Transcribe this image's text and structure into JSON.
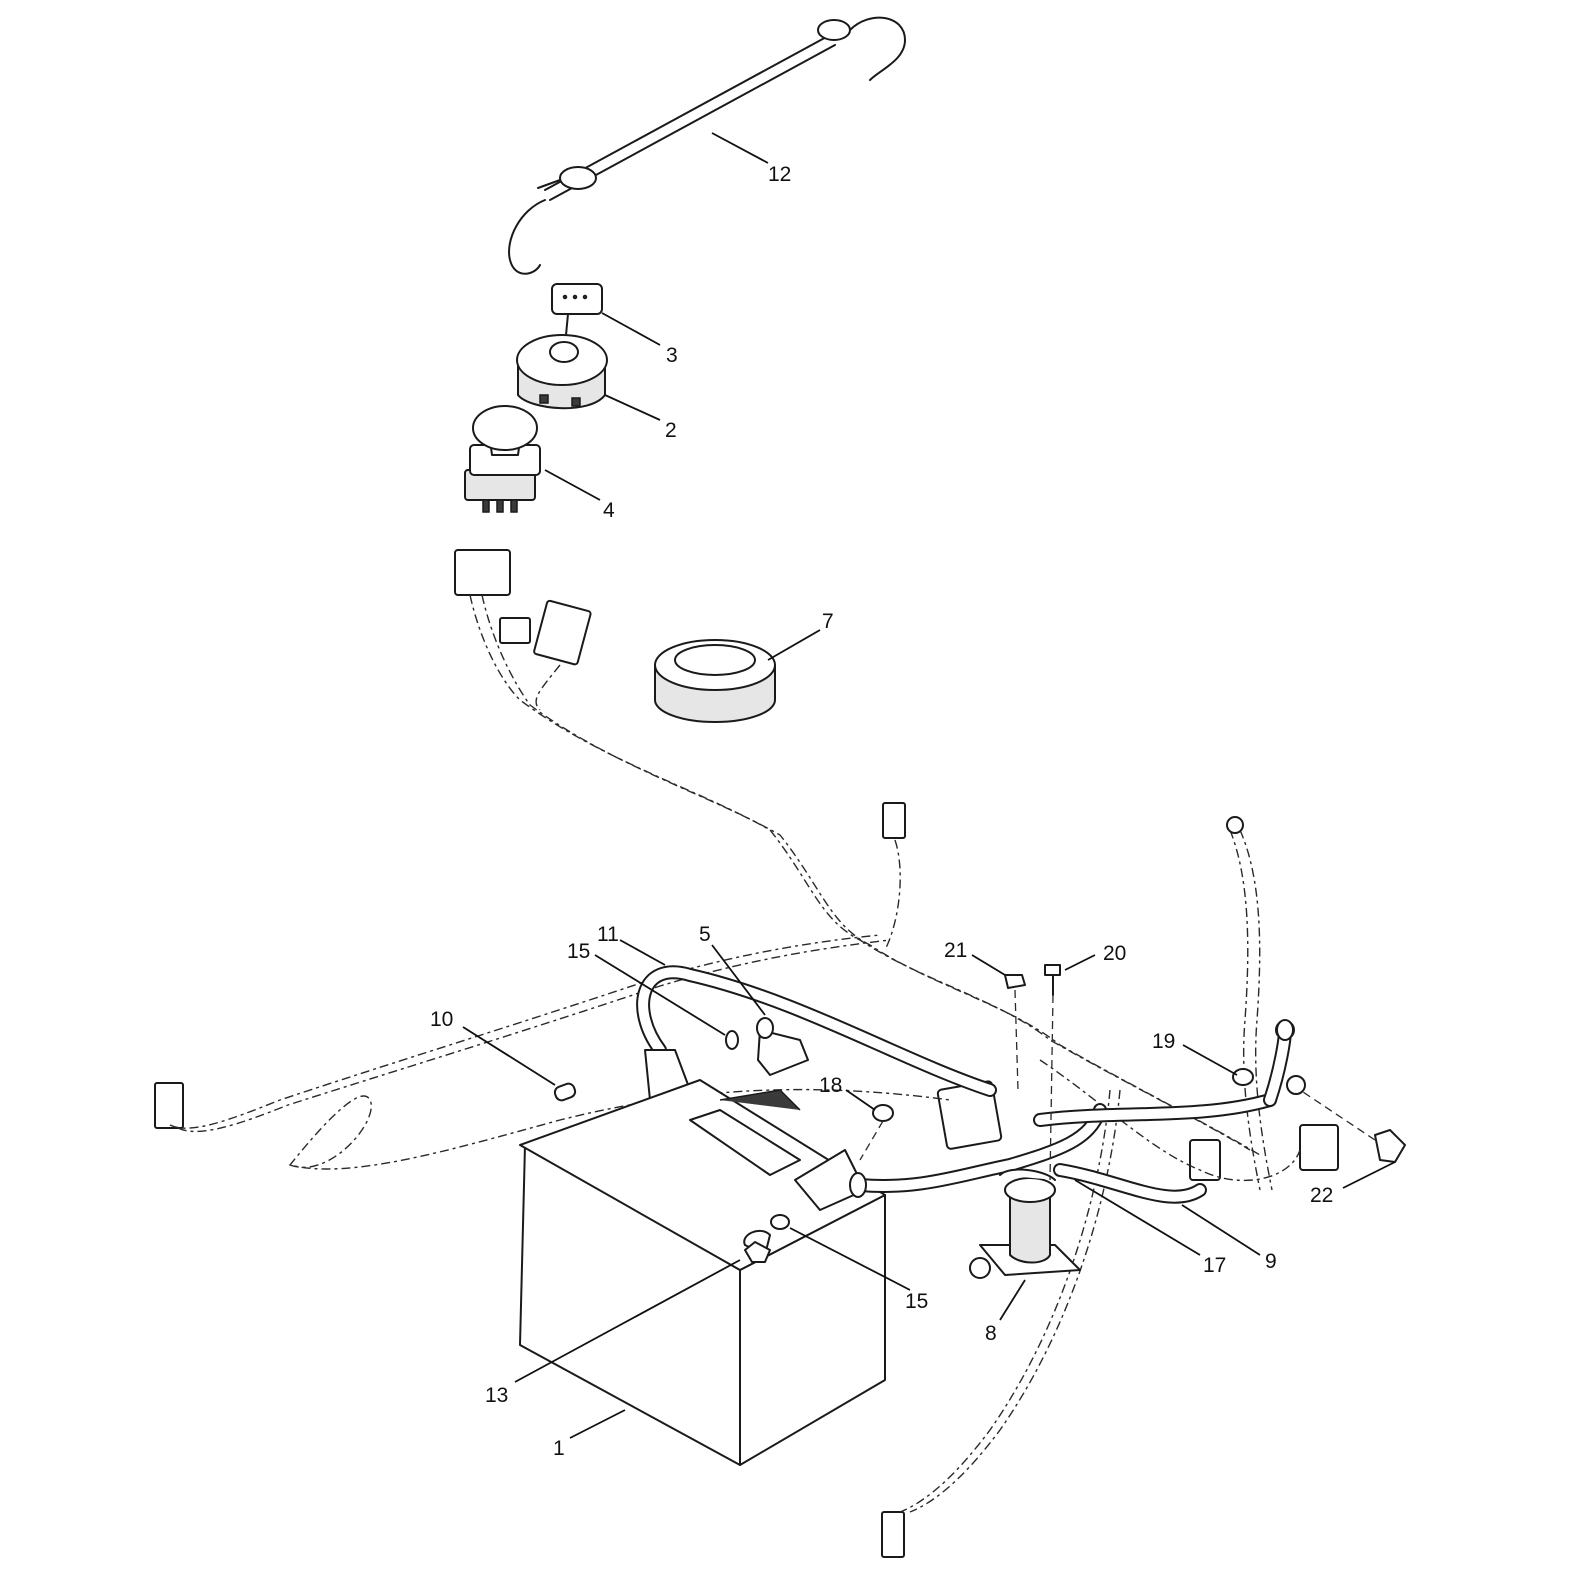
{
  "callouts": [
    {
      "id": "c12",
      "label": "12"
    },
    {
      "id": "c3",
      "label": "3"
    },
    {
      "id": "c2",
      "label": "2"
    },
    {
      "id": "c4",
      "label": "4"
    },
    {
      "id": "c7",
      "label": "7"
    },
    {
      "id": "c11",
      "label": "11"
    },
    {
      "id": "c5",
      "label": "5"
    },
    {
      "id": "c15a",
      "label": "15"
    },
    {
      "id": "c10",
      "label": "10"
    },
    {
      "id": "c21",
      "label": "21"
    },
    {
      "id": "c20",
      "label": "20"
    },
    {
      "id": "c19",
      "label": "19"
    },
    {
      "id": "c18",
      "label": "18"
    },
    {
      "id": "c22",
      "label": "22"
    },
    {
      "id": "c17",
      "label": "17"
    },
    {
      "id": "c9",
      "label": "9"
    },
    {
      "id": "c15b",
      "label": "15"
    },
    {
      "id": "c8",
      "label": "8"
    },
    {
      "id": "c13",
      "label": "13"
    },
    {
      "id": "c1",
      "label": "1"
    }
  ]
}
